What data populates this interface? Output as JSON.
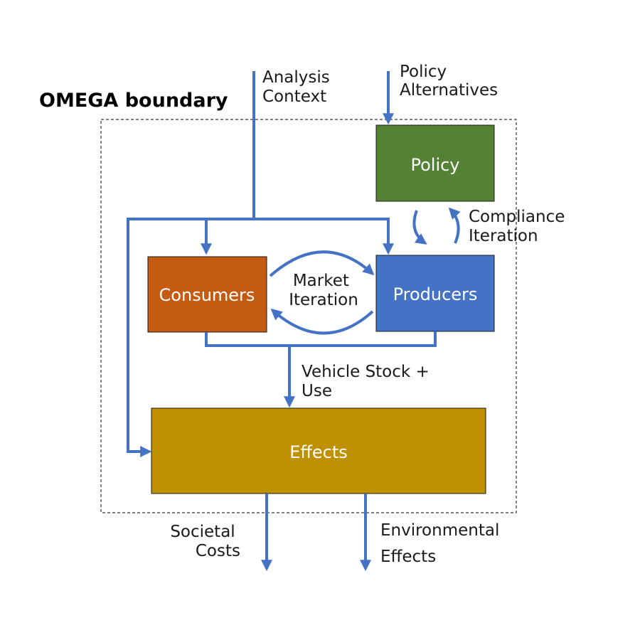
{
  "boundary": {
    "title": "OMEGA boundary"
  },
  "inputs": {
    "analysis_context": [
      "Analysis",
      "Context"
    ],
    "policy_alternatives": [
      "Policy",
      "Alternatives"
    ]
  },
  "boxes": {
    "policy": {
      "label": "Policy",
      "color": "#548235"
    },
    "consumers": {
      "label": "Consumers",
      "color": "#C55A11"
    },
    "producers": {
      "label": "Producers",
      "color": "#4472C4"
    },
    "effects": {
      "label": "Effects",
      "color": "#BF9000"
    }
  },
  "iterations": {
    "market": [
      "Market",
      "Iteration"
    ],
    "compliance": [
      "Compliance",
      "Iteration"
    ]
  },
  "flows": {
    "vehicle_stock": [
      "Vehicle Stock +",
      "Use"
    ]
  },
  "outputs": {
    "societal_costs": [
      "Societal",
      "Costs"
    ],
    "environmental_effects": [
      "Environmental",
      "Effects"
    ]
  },
  "colors": {
    "arrow": "#4472C4",
    "boundary": "#333333",
    "box_border": "#1a1a1a"
  }
}
